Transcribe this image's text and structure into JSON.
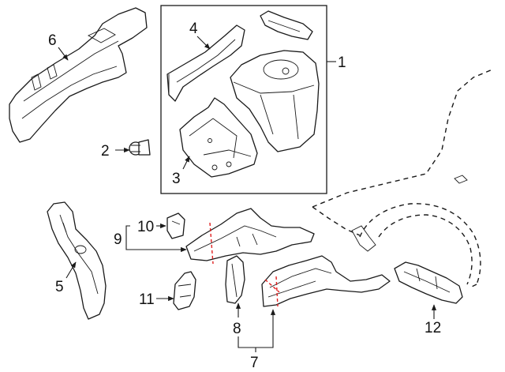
{
  "callouts": {
    "c1": "1",
    "c2": "2",
    "c3": "3",
    "c4": "4",
    "c5": "5",
    "c6": "6",
    "c7": "7",
    "c8": "8",
    "c9": "9",
    "c10": "10",
    "c11": "11",
    "c12": "12"
  },
  "colors": {
    "line": "#1a1a1a",
    "cut_line": "#e02020",
    "background": "#ffffff"
  }
}
